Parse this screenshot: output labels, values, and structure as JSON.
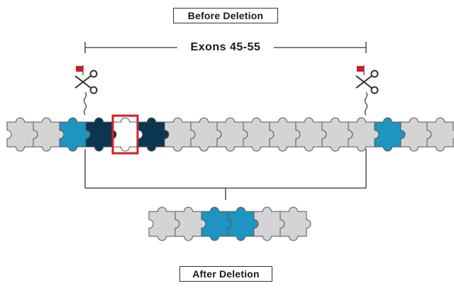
{
  "labels": {
    "before": "Before Deletion",
    "exons": "Exons 45-55",
    "after": "After Deletion"
  },
  "colors": {
    "grey": "#d4d4d4",
    "blue": "#1e94c0",
    "dark": "#0c3550",
    "highlight": "#d21f2b",
    "flag": "#c81e2a",
    "line": "#333333"
  },
  "icons": [
    "scissors-icon",
    "flag-icon",
    "puzzle-piece"
  ],
  "top_row": [
    "grey",
    "grey",
    "blue",
    "dark",
    "cut",
    "dark",
    "grey",
    "grey",
    "grey",
    "grey",
    "grey",
    "grey",
    "grey",
    "grey",
    "blue",
    "grey",
    "grey"
  ],
  "bottom_row": [
    "grey",
    "grey",
    "blue",
    "blue",
    "grey",
    "grey"
  ]
}
